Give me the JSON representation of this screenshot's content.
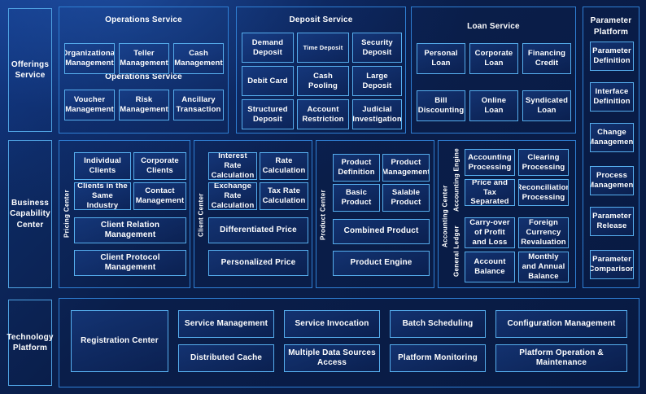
{
  "theme": {
    "background": "#0a1e4a",
    "band_border": "#2f7fd4",
    "group_border": "#3d8ad8",
    "cell_border": "#56aeee",
    "text": "#ffffff"
  },
  "rows": [
    {
      "rail_label": "Offerings\nService",
      "rail_name": "offerings-service",
      "groups": [
        {
          "title": "Operations Service",
          "name": "operations-service",
          "subtitle": "Operations Service",
          "cells": [
            "Organizational Management",
            "Teller Management",
            "Cash Management",
            "Voucher Management",
            "Risk Management",
            "Ancillary Transaction"
          ]
        },
        {
          "title": "Deposit Service",
          "name": "deposit-service",
          "cells": [
            "Demand Deposit",
            "Time Deposit",
            "Security Deposit",
            "Debit Card",
            "Cash Pooling",
            "Large Deposit",
            "Structured Deposit",
            "Account Restriction",
            "Judicial Investigation"
          ]
        },
        {
          "title": "Loan Service",
          "name": "loan-service",
          "cells": [
            "Personal Loan",
            "Corporate Loan",
            "Financing Credit",
            "Bill Discounting",
            "Online Loan",
            "Syndicated Loan"
          ]
        }
      ]
    },
    {
      "rail_label": "Business\nCapability\nCenter",
      "rail_name": "business-capability-center",
      "groups": [
        {
          "vlabel": "Pricing Center",
          "name": "pricing-center",
          "cells": [
            "Individual Clients",
            "Corporate Clients",
            "Clients in the Same Industry",
            "Contact Management",
            "Client Relation Management",
            "Client Protocol Management"
          ]
        },
        {
          "vlabel": "Client Center",
          "name": "client-center",
          "cells": [
            "Interest Rate Calculation",
            "Rate Calculation",
            "Exchange Rate Calculation",
            "Tax Rate Calculation",
            "Differentiated Price",
            "Personalized Price"
          ]
        },
        {
          "vlabel": "Product Center",
          "name": "product-center",
          "cells": [
            "Product Definition",
            "Product Management",
            "Basic Product",
            "Salable Product",
            "Combined Product",
            "Product Engine"
          ]
        },
        {
          "vlabel": "Accounting Center",
          "name": "accounting-center",
          "sub_groups": [
            {
              "vlabel": "Accounting Engine",
              "name": "accounting-engine",
              "cells": [
                "Accounting Processing",
                "Clearing Processing",
                "Price and Tax Separated",
                "Reconciliation Processing"
              ]
            },
            {
              "vlabel": "General Ledger",
              "name": "general-ledger",
              "cells": [
                "Carry-over of Profit and Loss",
                "Foreign Currency Revaluation",
                "Account Balance",
                "Monthly and Annual Balance"
              ]
            }
          ]
        }
      ]
    },
    {
      "rail_label": "Technology\nPlatform",
      "rail_name": "technology-platform",
      "groups": [
        {
          "name": "technology-platform-group",
          "feature_cell": "Registration Center",
          "cells": [
            "Service Management",
            "Service Invocation",
            "Batch Scheduling",
            "Configuration Management",
            "Distributed Cache",
            "Multiple Data Sources Access",
            "Platform Monitoring",
            "Platform Operation & Maintenance"
          ]
        }
      ]
    }
  ],
  "parameter_platform": {
    "name": "parameter-platform",
    "title": "Parameter Platform",
    "cells": [
      "Parameter Definition",
      "Interface Definition",
      "Change Management",
      "Process Management",
      "Parameter Release",
      "Parameter Comparison"
    ]
  }
}
